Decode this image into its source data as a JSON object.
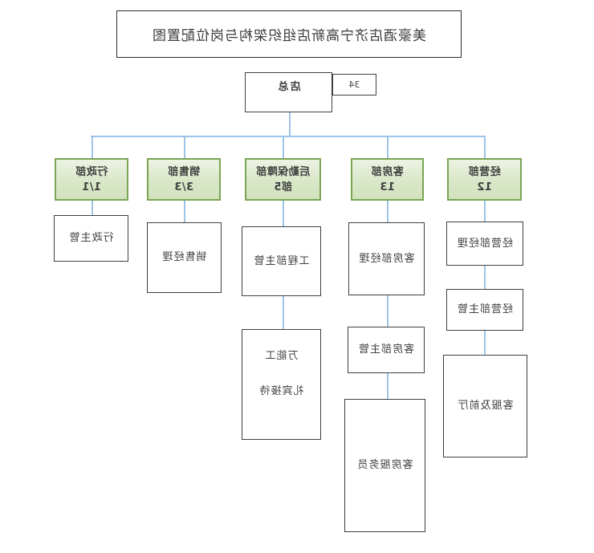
{
  "title": "美豪酒店济宁高新店组织架构与岗位配置图",
  "root": {
    "label": "店总",
    "headcount": "34"
  },
  "departments": [
    {
      "label": "经营部",
      "count": "12"
    },
    {
      "label": "客房部",
      "count": "13"
    },
    {
      "label": "后勤保障部",
      "count": "部5"
    },
    {
      "label": "销售部",
      "count": "3/3"
    },
    {
      "label": "行政部",
      "count": "1/1"
    }
  ],
  "positions": {
    "ops_manager": "经营部经理",
    "ops_supervisor": "经营部主管",
    "service_and_front": "客服及前厅",
    "hk_manager": "客房部经理",
    "hk_supervisor": "客房部主管",
    "room_attendant": "客房服务员",
    "eng_supervisor": "工程部主管",
    "handyman": "万能工",
    "concierge": "礼宾接待",
    "sales_manager": "销售经理",
    "admin_supervisor": "行政主管"
  },
  "colors": {
    "connector": "#9dc3e6",
    "dept_border": "#7aa554",
    "dept_fill_top": "#ecf3e3",
    "dept_fill_bottom": "#d2e2bd",
    "box_border": "#3f3f3f",
    "text": "#3f3f3f"
  }
}
